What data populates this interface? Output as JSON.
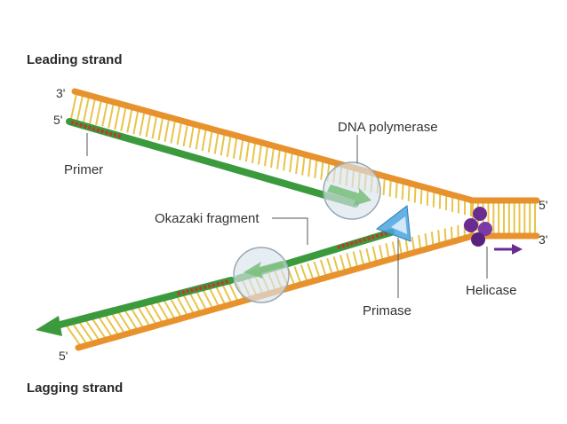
{
  "headings": {
    "leading": "Leading strand",
    "lagging": "Lagging strand"
  },
  "labels": {
    "dna_polymerase": "DNA polymerase",
    "primer": "Primer",
    "okazaki_fragment": "Okazaki fragment",
    "primase": "Primase",
    "helicase": "Helicase"
  },
  "ends": {
    "leading_top_3": "3'",
    "leading_top_5": "5'",
    "right_5": "5'",
    "right_3": "3'",
    "lagging_5": "5'"
  },
  "colors": {
    "backbone_orange": "#e8922e",
    "rung_yellow": "#e9c44a",
    "new_strand_green": "#3a9a3c",
    "primer_red": "#c0392b",
    "helicase_purple": "#6a2c91",
    "primase_blue": "#4aa3df",
    "polymerase_circle": "#d8e4ec"
  }
}
